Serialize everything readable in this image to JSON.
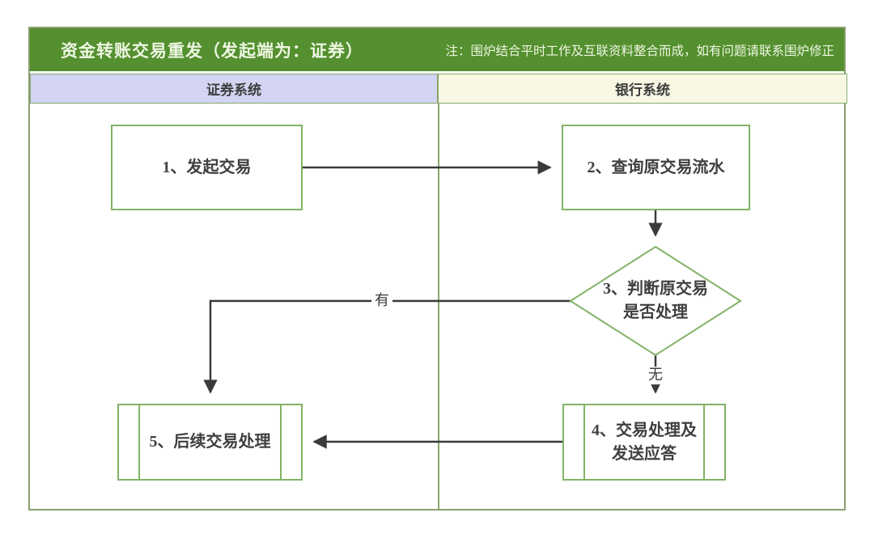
{
  "header": {
    "title": "资金转账交易重发（发起端为：证券）",
    "note": "注：围炉结合平时工作及互联资料整合而成，如有问题请联系围炉修正"
  },
  "lanes": {
    "left": "证券系统",
    "right": "银行系统"
  },
  "nodes": {
    "n1": "1、发起交易",
    "n2": "2、查询原交易流水",
    "n3": "3、判断原交易是否处理",
    "n4": "4、交易处理及发送应答",
    "n5": "5、后续交易处理"
  },
  "edges": {
    "yes_label": "有",
    "no_label": "无"
  },
  "colors": {
    "header_bg": "#54902f",
    "header_text": "#eef6e2",
    "lane_left_bg": "#d3d5f2",
    "lane_right_bg": "#f7f7e3",
    "frame_border": "#8aa070",
    "divider": "#85a86a",
    "shape_border": "#82b366",
    "node_text": "#3f3f3f",
    "arrow": "#3a3a3a"
  }
}
